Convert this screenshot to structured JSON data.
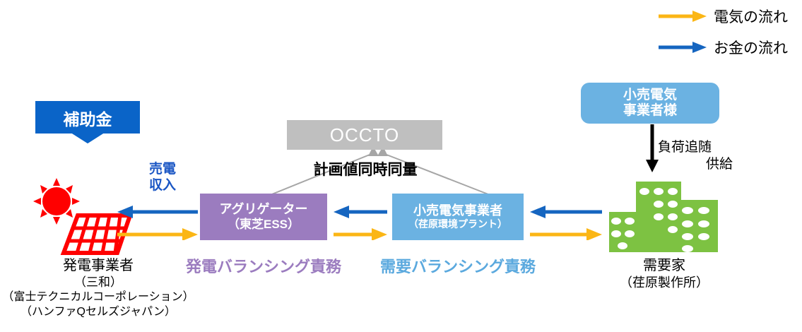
{
  "diagram": {
    "legend": [
      {
        "id": "electricity-flow",
        "label": "電気の流れ",
        "color": "#FBB615",
        "arrow": "arrow-right"
      },
      {
        "id": "money-flow",
        "label": "お金の流れ",
        "color": "#1565C0",
        "arrow": "arrow-right"
      }
    ],
    "nodes": {
      "subsidy": {
        "label": "補助金",
        "color": "#0A64C8"
      },
      "generator": {
        "icon": "solar-panel-icon",
        "icon_color": "#FF0000",
        "caption_line1": "発電事業者",
        "caption_line2": "（三和）",
        "caption_line3": "（富士テクニカルコーポレーション）",
        "caption_line4": "（ハンファQセルズジャパン）"
      },
      "occto": {
        "label": "OCCTO",
        "color": "#BFBFBF"
      },
      "aggregator": {
        "line1": "アグリゲーター",
        "line2": "（東芝ESS）",
        "color": "#9B7CBF",
        "responsibility": "発電バランシング責務"
      },
      "retailer": {
        "line1": "小売電気事業者",
        "line2": "（荏原環境プラント）",
        "color": "#6BB2E2",
        "responsibility": "需要バランシング責務"
      },
      "retail_customer": {
        "line1": "小売電気",
        "line2": "事業者様",
        "color": "#6BB2E2"
      },
      "consumer": {
        "icon": "buildings-icon",
        "icon_color": "#7DC242",
        "caption_line1": "需要家",
        "caption_line2": "（荏原製作所）"
      }
    },
    "edge_labels": {
      "simultaneity": "計画値同時同量",
      "sales_revenue_line1": "売電",
      "sales_revenue_line2": "収入",
      "load_following_line1": "負荷追随",
      "load_following_line2": "供給"
    },
    "colors": {
      "electricity": "#FBB615",
      "money": "#1565C0",
      "subsidy": "#0A64C8",
      "occto": "#BFBFBF",
      "aggregator": "#9B7CBF",
      "retailer": "#6BB2E2",
      "consumer": "#7DC242",
      "solar": "#FF0000",
      "black": "#000000"
    }
  }
}
